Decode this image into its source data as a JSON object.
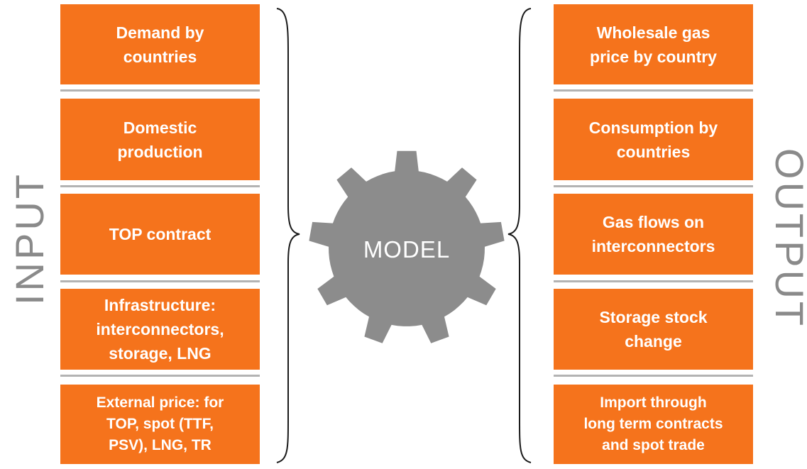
{
  "labels": {
    "input": "INPUT",
    "output": "OUTPUT",
    "model": "MODEL"
  },
  "inputs": [
    "Demand by\ncountries",
    "Domestic\nproduction",
    "TOP contract",
    "Infrastructure:\ninterconnectors,\nstorage, LNG",
    "External price: for\nTOP, spot (TTF,\nPSV), LNG, TR"
  ],
  "outputs": [
    "Wholesale gas\nprice by country",
    "Consumption by\ncountries",
    "Gas flows on\ninterconnectors",
    "Storage stock\nchange",
    "Import through\nlong term contracts\nand spot trade"
  ],
  "colors": {
    "box": "#f5731c",
    "text": "#ffffff",
    "gear": "#8c8c8c",
    "divider": "#b3b3b3",
    "side_label": "#8a8a8a"
  }
}
